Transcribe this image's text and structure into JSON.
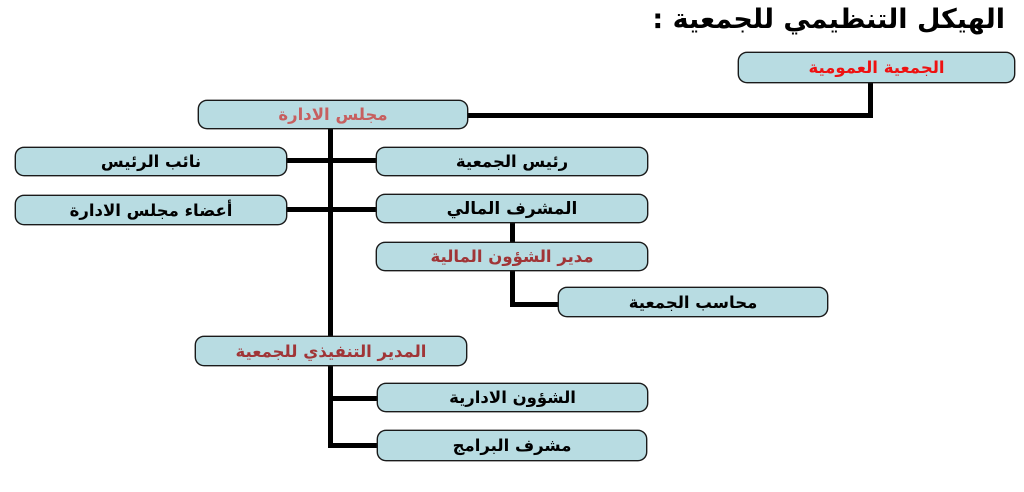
{
  "title": "الهيكل التنظيمي للجمعية :",
  "colors": {
    "background": "#ffffff",
    "box_fill": "#b8dce2",
    "box_border": "#1a1a1a",
    "connector": "#000000",
    "text_bright_red": "#ee1111",
    "text_salmon_red": "#c75f5f",
    "text_dark_red": "#a03537",
    "text_black": "#000000"
  },
  "nodes": [
    {
      "id": "general-assembly",
      "label": "الجمعية العمومية"
    },
    {
      "id": "board-of-directors",
      "label": "مجلس الادارة"
    },
    {
      "id": "vice-president",
      "label": "نائب الرئيس"
    },
    {
      "id": "association-president",
      "label": "رئيس الجمعية"
    },
    {
      "id": "board-members",
      "label": "أعضاء مجلس الادارة"
    },
    {
      "id": "financial-supervisor",
      "label": "المشرف المالي"
    },
    {
      "id": "financial-affairs-manager",
      "label": "مدير الشؤون المالية"
    },
    {
      "id": "association-accountant",
      "label": "محاسب الجمعية"
    },
    {
      "id": "executive-director",
      "label": "المدير التنفيذي للجمعية"
    },
    {
      "id": "administrative-affairs",
      "label": "الشؤون الادارية"
    },
    {
      "id": "programs-supervisor",
      "label": "مشرف البرامج"
    }
  ]
}
